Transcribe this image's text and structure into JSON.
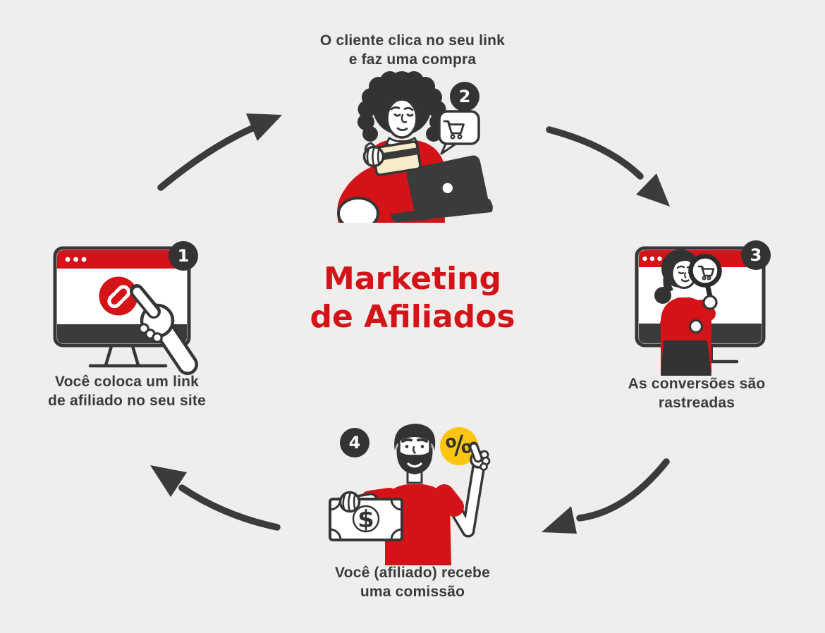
{
  "title": {
    "lines": [
      "Marketing",
      "de Afiliados"
    ]
  },
  "steps": [
    {
      "badge": "1",
      "lines": [
        "Você coloca um link",
        "de afiliado no seu site"
      ],
      "illustration": "browser-window-link-click"
    },
    {
      "badge": "2",
      "lines": [
        "O cliente clica no seu link",
        "e faz uma compra"
      ],
      "illustration": "customer-credit-card-laptop"
    },
    {
      "badge": "3",
      "lines": [
        "As conversões são",
        "rastreadas"
      ],
      "illustration": "magnifier-conversion-tracking"
    },
    {
      "badge": "4",
      "lines": [
        "Você (afiliado) recebe",
        "uma comissão"
      ],
      "illustration": "affiliate-money-commission"
    }
  ],
  "symbols": {
    "dollar": "$",
    "percent": "%"
  },
  "flow": {
    "direction": "clockwise",
    "arrow_count": 4
  },
  "colors": {
    "background": "#efeeec",
    "accent_red": "#d41319",
    "line_dark": "#363636",
    "badge_dark": "#333333",
    "text_dark": "#3b3b3b",
    "arrow_dark": "#3b3b3b",
    "yellow": "#fbc512",
    "card_cream": "#f8edca",
    "white": "#ffffff"
  }
}
